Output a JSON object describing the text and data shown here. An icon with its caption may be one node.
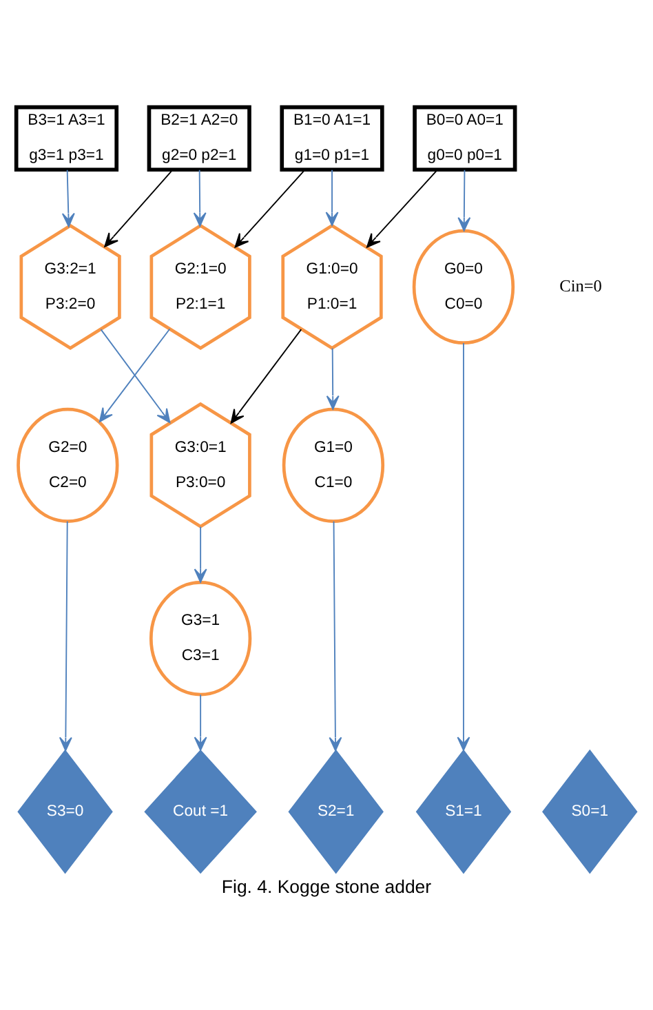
{
  "diagram": {
    "caption": "Fig. 4. Kogge stone adder",
    "nodes": [
      {
        "text": [
          "B3=1 A3=1",
          "g3=1 p3=1"
        ]
      },
      {
        "text": [
          "B2=1 A2=0",
          "g2=0 p2=1"
        ]
      },
      {
        "text": [
          "B1=0 A1=1",
          "g1=0 p1=1"
        ]
      },
      {
        "text": [
          "B0=0 A0=1",
          "g0=0 p0=1"
        ]
      },
      {
        "text": [
          "G3:2=1",
          "P3:2=0"
        ]
      },
      {
        "text": [
          "G2:1=0",
          "P2:1=1"
        ]
      },
      {
        "text": [
          "G1:0=0",
          "P1:0=1"
        ]
      },
      {
        "text": [
          "G0=0",
          "C0=0"
        ]
      },
      {
        "text": [
          "G3:0=1",
          "P3:0=0"
        ]
      },
      {
        "text": [
          "G2=0",
          "C2=0"
        ]
      },
      {
        "text": [
          "G1=0",
          "C1=0"
        ]
      },
      {
        "text": [
          "G3=1",
          "C3=1"
        ]
      },
      {
        "text": [
          "Cout =1"
        ]
      },
      {
        "text": [
          "S3=0"
        ]
      },
      {
        "text": [
          "S2=1"
        ]
      },
      {
        "text": [
          "S1=1"
        ]
      },
      {
        "text": [
          "S0=1"
        ]
      }
    ],
    "edges": [
      {
        "from": 0,
        "to": 4,
        "arrow": "to"
      },
      {
        "from": 1,
        "to": 4,
        "arrow": "to",
        "color": "#000000"
      },
      {
        "from": 1,
        "to": 5,
        "arrow": "to"
      },
      {
        "from": 2,
        "to": 5,
        "arrow": "to",
        "color": "#000000"
      },
      {
        "from": 2,
        "to": 6,
        "arrow": "to"
      },
      {
        "from": 3,
        "to": 6,
        "arrow": "to",
        "color": "#000000"
      },
      {
        "from": 3,
        "to": 7,
        "arrow": "to"
      },
      {
        "from": 4,
        "to": 8,
        "arrow": "to"
      },
      {
        "from": 6,
        "to": 8,
        "arrow": "to",
        "color": "#000000"
      },
      {
        "from": 5,
        "to": 9,
        "arrow": "to"
      },
      {
        "from": 6,
        "to": 10,
        "arrow": "to"
      },
      {
        "from": 8,
        "to": 11,
        "arrow": "to"
      },
      {
        "from": 11,
        "to": 12,
        "arrow": "to"
      },
      {
        "from": 9,
        "to": 13,
        "arrow": "to"
      },
      {
        "from": 10,
        "to": 14,
        "arrow": "to"
      },
      {
        "from": 7,
        "to": 15,
        "arrow": "to"
      }
    ],
    "labels": [
      "Cin=0"
    ]
  }
}
